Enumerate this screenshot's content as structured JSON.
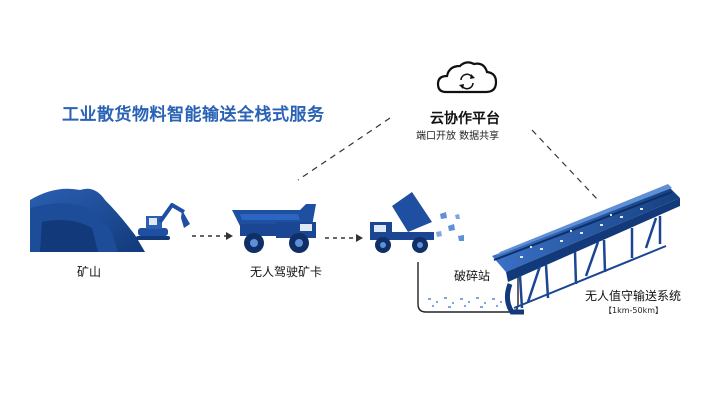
{
  "headline": "工业散货物料智能输送全栈式服务",
  "cloud": {
    "title": "云协作平台",
    "subtitle": "端口开放  数据共享",
    "icon": "cloud-sync-icon"
  },
  "stages": {
    "mine": "矿山",
    "truck": "无人驾驶矿卡",
    "crusher": "破碎站",
    "conveyor": "无人值守输送系统",
    "conveyor_range": "【1km-50km】"
  },
  "colors": {
    "primary": "#1f4fa0",
    "dark": "#123a7a",
    "light": "#5f8fd6",
    "headline": "#2a63b6"
  }
}
